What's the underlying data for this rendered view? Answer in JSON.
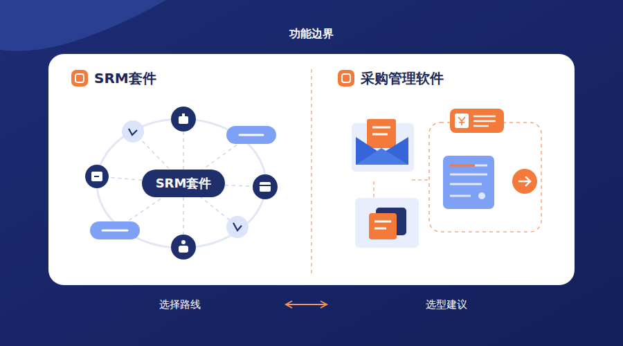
{
  "diagram": {
    "title": "功能边界",
    "nodes": [
      {
        "text": [
          "SRM套件"
        ]
      }
    ],
    "labels": [
      "SRM套件",
      "采购管理软件",
      "选择路线",
      "选型建议"
    ]
  }
}
